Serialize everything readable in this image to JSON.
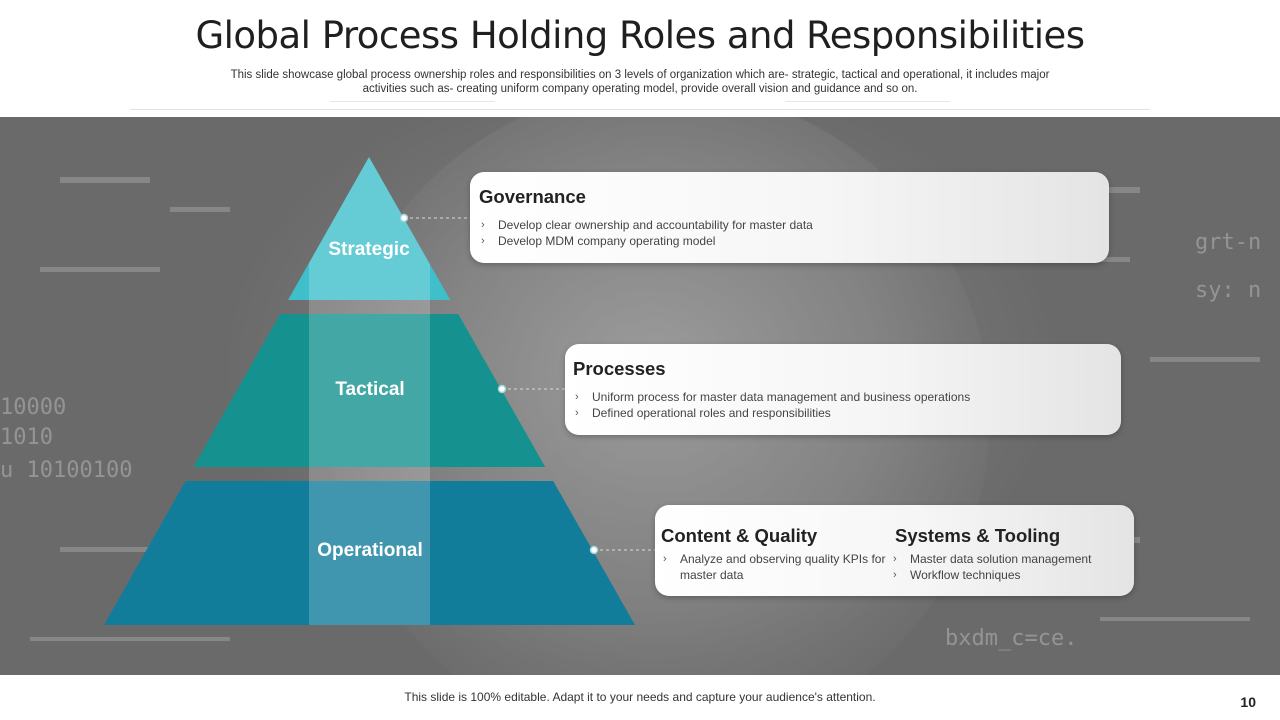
{
  "slide": {
    "title": "Global Process Holding Roles and Responsibilities",
    "subtitle": "This slide showcase global process ownership roles and responsibilities on 3 levels of organization which are- strategic, tactical and operational, it includes major activities such as- creating uniform company operating model, provide overall vision and guidance and  so on.",
    "footnote": "This slide is 100% editable. Adapt it to your needs and capture your audience's attention.",
    "page_number": "10"
  },
  "pyramid": {
    "levels": [
      {
        "label": "Strategic",
        "color": "#3fbfca"
      },
      {
        "label": "Tactical",
        "color": "#15918f"
      },
      {
        "label": "Operational",
        "color": "#127c9b"
      }
    ],
    "center_band_color": "#ffffff"
  },
  "cards": {
    "governance": {
      "title": "Governance",
      "items": [
        "Develop  clear  ownership  and  accountability for master data",
        "Develop  MDM  company  operating  model"
      ]
    },
    "processes": {
      "title": "Processes",
      "items": [
        "Uniform  process  for  master  data  management  and  business  operations",
        "Defined  operational  roles  and  responsibilities"
      ]
    },
    "content_quality": {
      "title": "Content & Quality",
      "items": [
        "Analyze and observing  quality KPIs for master data"
      ]
    },
    "systems_tooling": {
      "title": "Systems & Tooling",
      "items": [
        "Master data solution management",
        "Workflow techniques"
      ]
    }
  },
  "icons": {
    "bullet": "chevron-right-icon"
  }
}
